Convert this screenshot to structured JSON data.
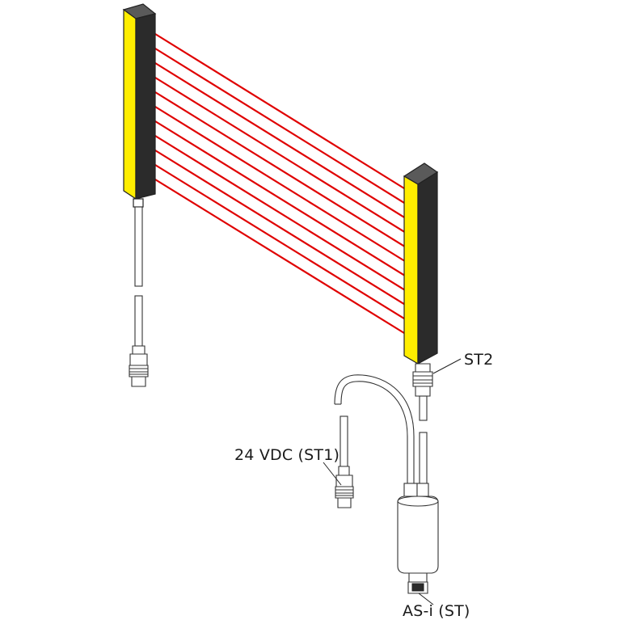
{
  "labels": {
    "st2": "ST2",
    "st1": "24 VDC (ST1)",
    "asi": "AS-i (ST)"
  },
  "colors": {
    "housing_yellow": "#ffee00",
    "housing_dark": "#2b2b2b",
    "beam_red": "#e00000",
    "outline": "#222222"
  },
  "beams": {
    "count": 11
  }
}
